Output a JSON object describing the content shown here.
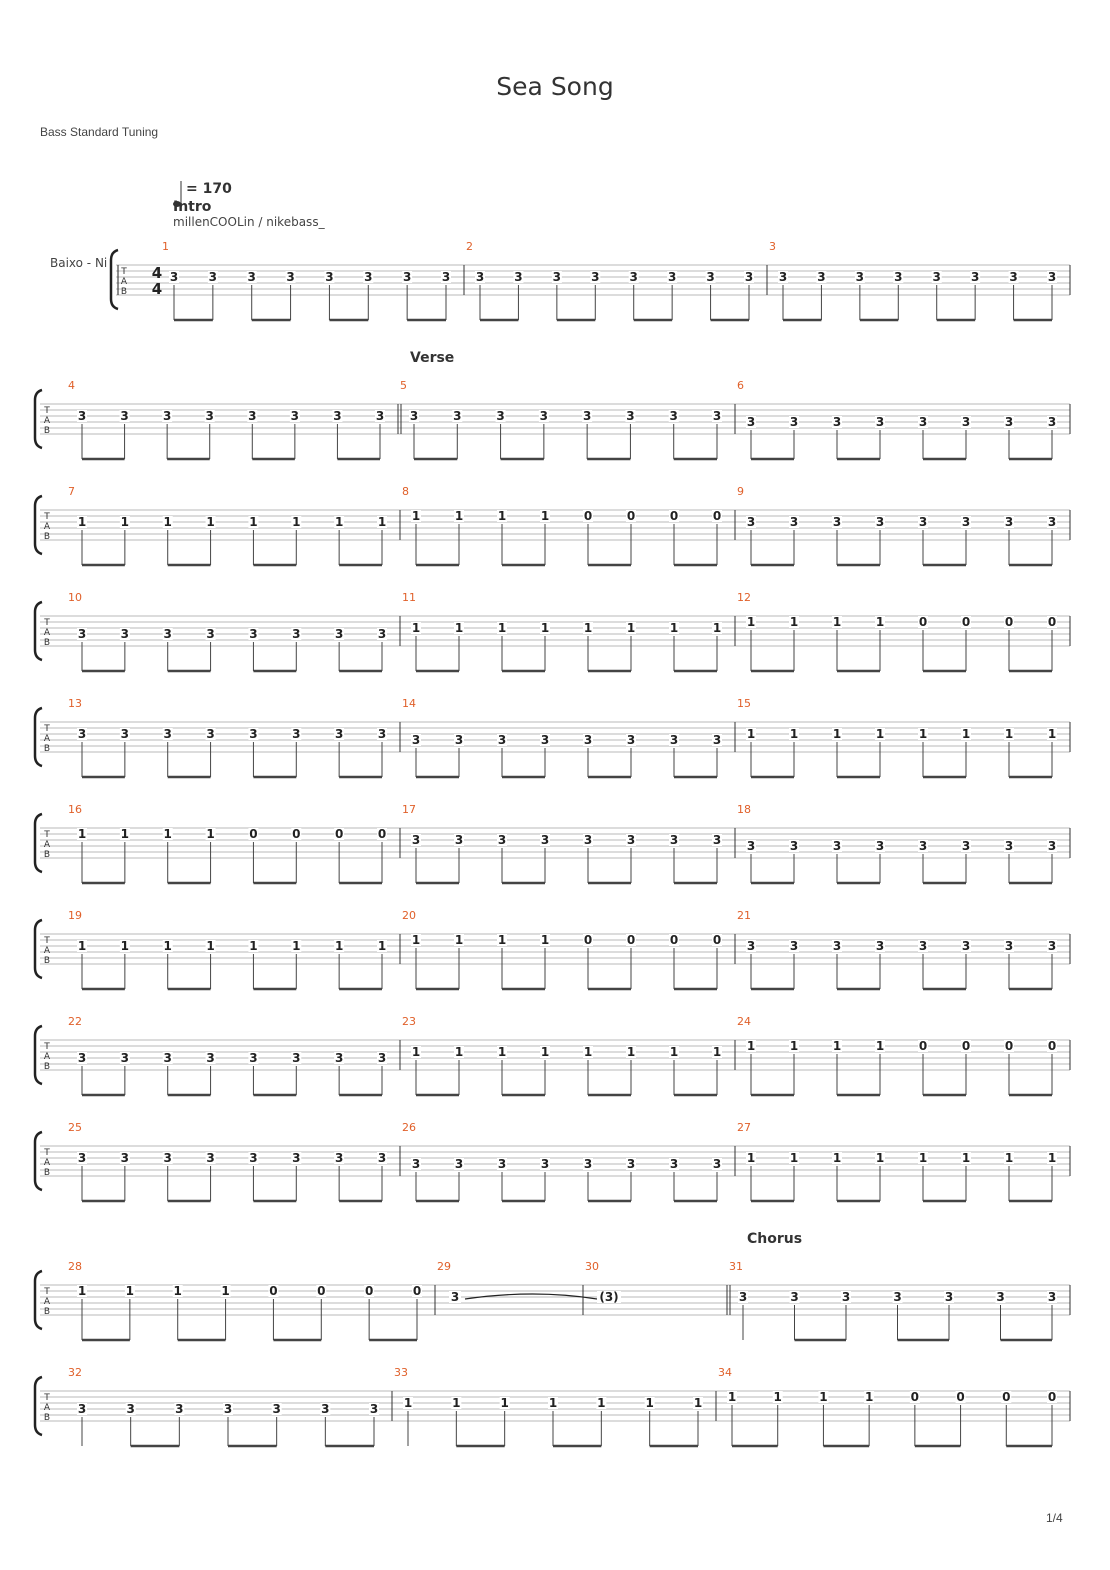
{
  "title": "Sea Song",
  "tuning": "Bass Standard Tuning",
  "tempo": {
    "note_symbol": "quarter-note",
    "value": "= 170"
  },
  "credits": "millenCOOLin  /  nikebass_",
  "track_name": "Baixo - Ni",
  "time_signature": [
    "4",
    "4"
  ],
  "tab_label": [
    "T",
    "A",
    "B"
  ],
  "page_number": "1/4",
  "sections": [
    {
      "label": "Intro",
      "measure": 1
    },
    {
      "label": "Verse",
      "measure": 5
    },
    {
      "label": "Chorus",
      "measure": 31
    }
  ],
  "measures": [
    {
      "n": 1,
      "fret": "3",
      "string": 3,
      "count": 8
    },
    {
      "n": 2,
      "fret": "3",
      "string": 3,
      "count": 8
    },
    {
      "n": 3,
      "fret": "3",
      "string": 3,
      "count": 8
    },
    {
      "n": 4,
      "fret": "3",
      "string": 3,
      "count": 8
    },
    {
      "n": 5,
      "fret": "3",
      "string": 3,
      "count": 8
    },
    {
      "n": 6,
      "fret": "3",
      "string": 4,
      "count": 8
    },
    {
      "n": 7,
      "fret": "1",
      "string": 3,
      "count": 8
    },
    {
      "n": 8,
      "notes": [
        [
          "1",
          2
        ],
        [
          "1",
          2
        ],
        [
          "1",
          2
        ],
        [
          "1",
          2
        ],
        [
          "0",
          2
        ],
        [
          "0",
          2
        ],
        [
          "0",
          2
        ],
        [
          "0",
          2
        ]
      ]
    },
    {
      "n": 9,
      "fret": "3",
      "string": 3,
      "count": 8
    },
    {
      "n": 10,
      "fret": "3",
      "string": 4,
      "count": 8
    },
    {
      "n": 11,
      "fret": "1",
      "string": 3,
      "count": 8
    },
    {
      "n": 12,
      "notes": [
        [
          "1",
          2
        ],
        [
          "1",
          2
        ],
        [
          "1",
          2
        ],
        [
          "1",
          2
        ],
        [
          "0",
          2
        ],
        [
          "0",
          2
        ],
        [
          "0",
          2
        ],
        [
          "0",
          2
        ]
      ]
    },
    {
      "n": 13,
      "fret": "3",
      "string": 3,
      "count": 8
    },
    {
      "n": 14,
      "fret": "3",
      "string": 4,
      "count": 8
    },
    {
      "n": 15,
      "fret": "1",
      "string": 3,
      "count": 8
    },
    {
      "n": 16,
      "notes": [
        [
          "1",
          2
        ],
        [
          "1",
          2
        ],
        [
          "1",
          2
        ],
        [
          "1",
          2
        ],
        [
          "0",
          2
        ],
        [
          "0",
          2
        ],
        [
          "0",
          2
        ],
        [
          "0",
          2
        ]
      ]
    },
    {
      "n": 17,
      "fret": "3",
      "string": 3,
      "count": 8
    },
    {
      "n": 18,
      "fret": "3",
      "string": 4,
      "count": 8
    },
    {
      "n": 19,
      "fret": "1",
      "string": 3,
      "count": 8
    },
    {
      "n": 20,
      "notes": [
        [
          "1",
          2
        ],
        [
          "1",
          2
        ],
        [
          "1",
          2
        ],
        [
          "1",
          2
        ],
        [
          "0",
          2
        ],
        [
          "0",
          2
        ],
        [
          "0",
          2
        ],
        [
          "0",
          2
        ]
      ]
    },
    {
      "n": 21,
      "fret": "3",
      "string": 3,
      "count": 8
    },
    {
      "n": 22,
      "fret": "3",
      "string": 4,
      "count": 8
    },
    {
      "n": 23,
      "fret": "1",
      "string": 3,
      "count": 8
    },
    {
      "n": 24,
      "notes": [
        [
          "1",
          2
        ],
        [
          "1",
          2
        ],
        [
          "1",
          2
        ],
        [
          "1",
          2
        ],
        [
          "0",
          2
        ],
        [
          "0",
          2
        ],
        [
          "0",
          2
        ],
        [
          "0",
          2
        ]
      ]
    },
    {
      "n": 25,
      "fret": "3",
      "string": 3,
      "count": 8
    },
    {
      "n": 26,
      "fret": "3",
      "string": 4,
      "count": 8
    },
    {
      "n": 27,
      "fret": "1",
      "string": 3,
      "count": 8
    },
    {
      "n": 28,
      "notes": [
        [
          "1",
          2
        ],
        [
          "1",
          2
        ],
        [
          "1",
          2
        ],
        [
          "1",
          2
        ],
        [
          "0",
          2
        ],
        [
          "0",
          2
        ],
        [
          "0",
          2
        ],
        [
          "0",
          2
        ]
      ]
    },
    {
      "n": 29,
      "notes": [
        [
          "3",
          3
        ]
      ],
      "tied": true
    },
    {
      "n": 30,
      "notes": [
        [
          "(3)",
          3
        ]
      ]
    },
    {
      "n": 31,
      "fret": "3",
      "string": 3,
      "count": 7
    },
    {
      "n": 32,
      "fret": "3",
      "string": 4,
      "count": 7
    },
    {
      "n": 33,
      "fret": "1",
      "string": 3,
      "count": 7
    },
    {
      "n": 34,
      "notes": [
        [
          "1",
          2
        ],
        [
          "1",
          2
        ],
        [
          "1",
          2
        ],
        [
          "1",
          2
        ],
        [
          "0",
          2
        ],
        [
          "0",
          2
        ],
        [
          "0",
          2
        ],
        [
          "0",
          2
        ]
      ]
    }
  ]
}
